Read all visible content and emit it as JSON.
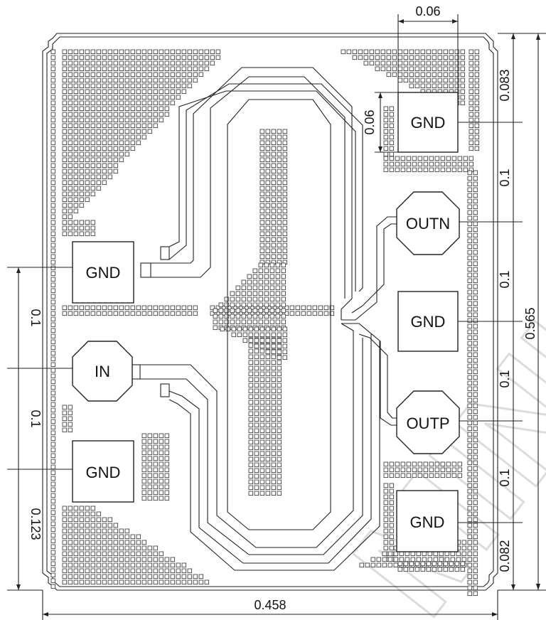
{
  "watermark": "MINIAR",
  "pads": {
    "gnd_top_right": "GND",
    "outn": "OUTN",
    "gnd_mid_right": "GND",
    "outp": "OUTP",
    "gnd_bottom_right": "GND",
    "gnd_left_top": "GND",
    "in": "IN",
    "gnd_left_bottom": "GND"
  },
  "dimensions": {
    "top_width": "0.06",
    "pad_height": "0.06",
    "right_1": "0.083",
    "right_2": "0.1",
    "right_3": "0.1",
    "right_4": "0.1",
    "right_5": "0.1",
    "right_6": "0.082",
    "right_total": "0.565",
    "left_1": "0.1",
    "left_2": "0.1",
    "left_3": "0.123",
    "bottom_width": "0.458"
  }
}
